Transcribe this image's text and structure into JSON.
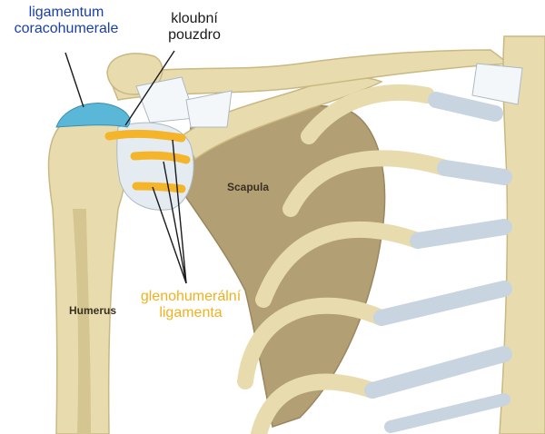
{
  "labels": {
    "ligament_coracohumeral": [
      "ligamentum",
      "coracohumerale"
    ],
    "joint_capsule": [
      "kloubní",
      "pouzdro"
    ],
    "glenohumeral_ligaments": [
      "glenohumerální",
      "ligamenta"
    ],
    "scapula": "Scapula",
    "humerus": "Humerus"
  },
  "colors": {
    "bone": "#e8dcae",
    "bone_outline": "#c9b882",
    "bone_shadow": "#c7b679",
    "scapula_dark": "#a3906a",
    "cartilage": "#c8d4e0",
    "ligament_blue": "#5bb7d8",
    "ligament_yellow": "#f4b52a",
    "capsule": "#e4ecf2",
    "coraco_label": "#1a3fa8",
    "gleno_label": "#f2b01e"
  }
}
